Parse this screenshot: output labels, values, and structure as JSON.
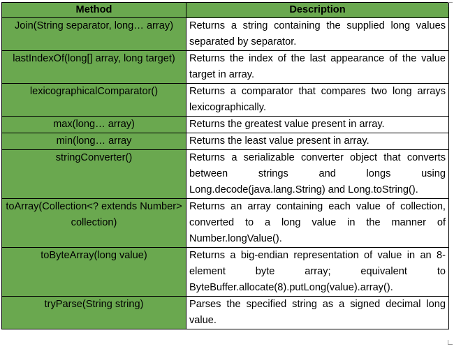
{
  "table": {
    "headers": [
      "Method",
      "Description"
    ],
    "rows": [
      {
        "method": "Join(String separator, long… array)",
        "description": "Returns a string containing the supplied long values separated by separator."
      },
      {
        "method": "lastIndexOf(long[] array, long target)",
        "description": "Returns the index of the last appearance of the value target in array."
      },
      {
        "method": "lexicographicalComparator()",
        "description": "Returns a comparator that compares two long arrays lexicographically."
      },
      {
        "method": "max(long… array)",
        "description": "Returns the greatest value present in array."
      },
      {
        "method": "min(long… array",
        "description": "Returns the least value present in array."
      },
      {
        "method": "stringConverter()",
        "description": "Returns a serializable converter object that converts between strings and longs using Long.decode(java.lang.String) and Long.toString()."
      },
      {
        "method": "toArray(Collection<? extends Number> collection)",
        "description": "Returns an array containing each value of collection, converted to a long value in the manner of Number.longValue()."
      },
      {
        "method": "toByteArray(long value)",
        "description": "Returns a big-endian representation of value in an 8-element byte array; equivalent to ByteBuffer.allocate(8).putLong(value).array()."
      },
      {
        "method": "tryParse(String string)",
        "description": "Parses the specified string as a signed decimal long value."
      }
    ]
  }
}
